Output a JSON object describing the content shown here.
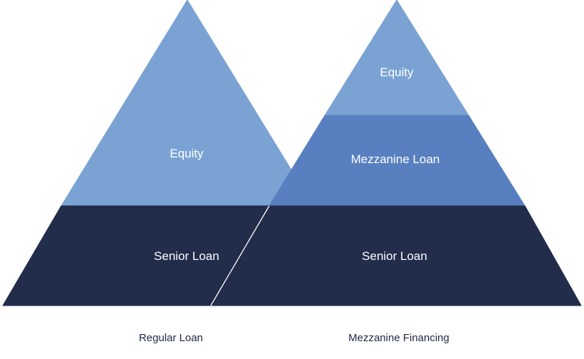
{
  "colors": {
    "equity": "#7aa3d4",
    "mezzanine": "#5880c0",
    "senior": "#222c4b",
    "separator": "#ffffff",
    "caption": "#1f2744"
  },
  "pyramids": {
    "regular": {
      "caption": "Regular Loan",
      "equity_label": "Equity",
      "senior_label": "Senior Loan"
    },
    "mezzanine": {
      "caption": "Mezzanine Financing",
      "equity_label": "Equity",
      "mezzanine_label": "Mezzanine Loan",
      "senior_label": "Senior Loan"
    }
  }
}
